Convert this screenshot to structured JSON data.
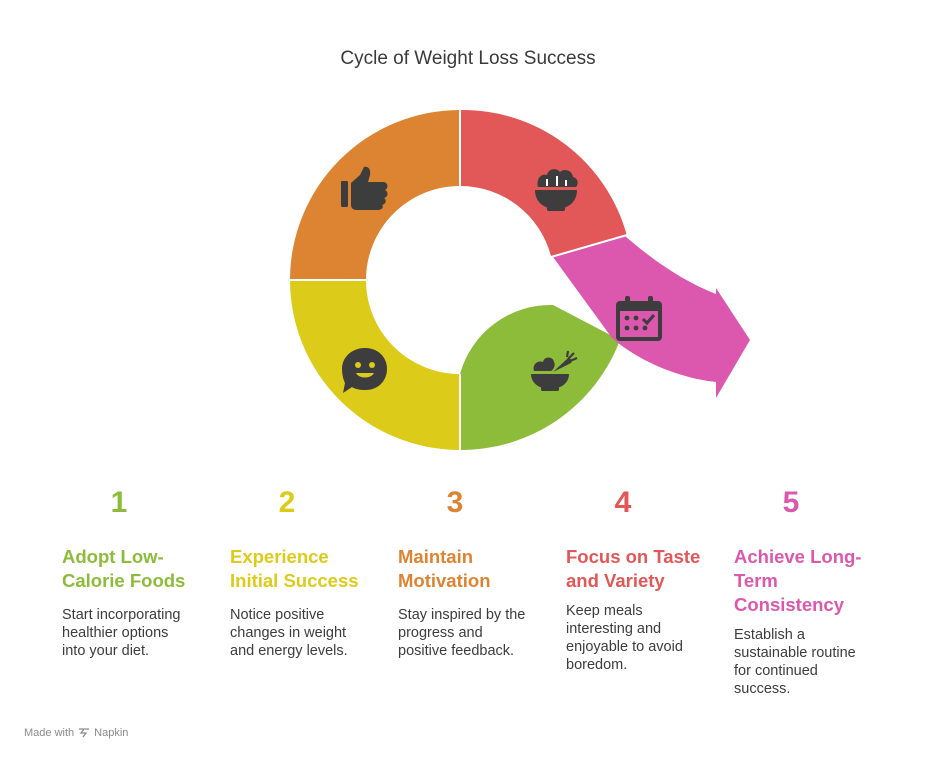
{
  "title": "Cycle of Weight Loss Success",
  "colors": {
    "green": "#8DBB3A",
    "yellow": "#DDCB1A",
    "orange": "#DD8432",
    "red": "#E25757",
    "magenta": "#DB58AE",
    "icon": "#3d3d3d"
  },
  "segments": [
    {
      "icon": "bowl-salad-icon",
      "color": "red"
    },
    {
      "icon": "calendar-icon",
      "color": "magenta"
    },
    {
      "icon": "bowl-carrot-icon",
      "color": "green"
    },
    {
      "icon": "smiley-chat-icon",
      "color": "yellow"
    },
    {
      "icon": "thumbs-up-icon",
      "color": "orange"
    }
  ],
  "steps": [
    {
      "number": "1",
      "title": "Adopt Low-Calorie Foods",
      "title_lines": [
        "Adopt Low-",
        "Calorie Foods"
      ],
      "desc_lines": [
        "Start incorporating",
        "healthier options",
        "into your diet."
      ],
      "color": "#8DBB3A"
    },
    {
      "number": "2",
      "title": "Experience Initial Success",
      "title_lines": [
        "Experience",
        "Initial Success"
      ],
      "desc_lines": [
        "Notice positive",
        "changes in weight",
        "and energy levels."
      ],
      "color": "#DDCB1A"
    },
    {
      "number": "3",
      "title": "Maintain Motivation",
      "title_lines": [
        "Maintain",
        "Motivation"
      ],
      "desc_lines": [
        "Stay inspired by the",
        "progress and",
        "positive feedback."
      ],
      "color": "#DD8432"
    },
    {
      "number": "4",
      "title": "Focus on Taste and Variety",
      "title_lines": [
        "Focus on Taste",
        "and Variety"
      ],
      "desc_lines": [
        "Keep meals",
        "interesting and",
        "enjoyable to avoid",
        "boredom."
      ],
      "color": "#E25757"
    },
    {
      "number": "5",
      "title": "Achieve Long-Term Consistency",
      "title_lines": [
        "Achieve Long-",
        "Term",
        "Consistency"
      ],
      "desc_lines": [
        "Establish a",
        "sustainable routine",
        "for continued",
        "success."
      ],
      "color": "#DB58AE"
    }
  ],
  "footer": {
    "made_with": "Made with",
    "brand": "Napkin"
  }
}
